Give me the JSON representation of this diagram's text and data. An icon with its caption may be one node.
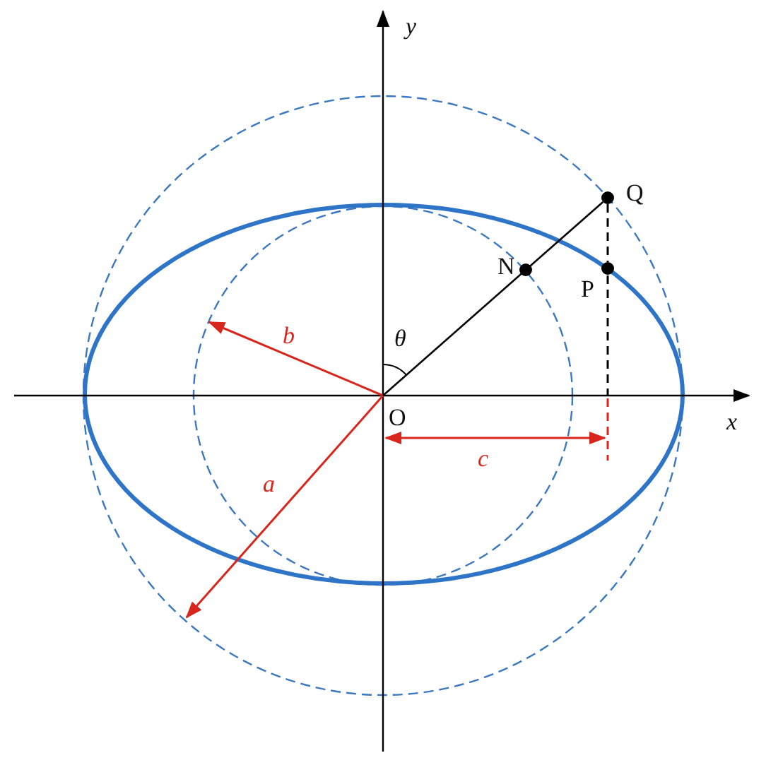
{
  "diagram": {
    "nodes": [
      {
        "text": [],
        "shape": "circle",
        "beside": [
          "Q"
        ]
      },
      {
        "text": [],
        "shape": "circle",
        "beside": [
          "N"
        ]
      },
      {
        "text": [],
        "shape": "circle",
        "beside": [
          "P"
        ]
      }
    ],
    "edges": [
      {
        "from": null,
        "to": 0,
        "arrow": "none"
      },
      {
        "from": 0,
        "to": 2,
        "arrow": "none",
        "style": "dashed"
      }
    ],
    "labels": [
      "y",
      "θ",
      "b",
      "O",
      "x",
      "c",
      "a"
    ]
  }
}
